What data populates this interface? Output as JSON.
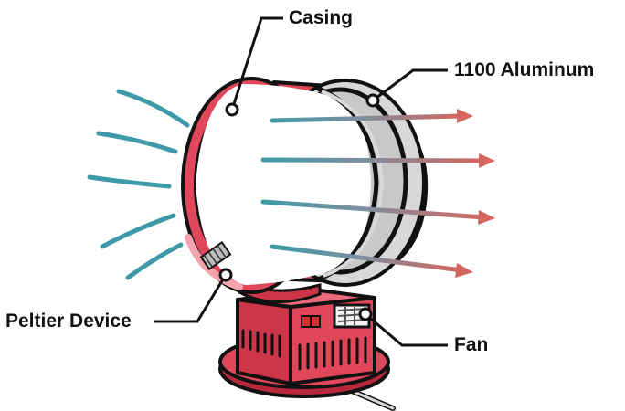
{
  "labels": {
    "casing": "Casing",
    "aluminum": "1100 Aluminum",
    "peltier": "Peltier Device",
    "fan": "Fan"
  },
  "colors": {
    "casing": "#e0475b",
    "casing_dark": "#b8283c",
    "aluminum": "#d8d8d8",
    "cold_air": "#3e9aa8",
    "warm_air": "#d4665e",
    "outline": "#111111"
  },
  "icons": [
    "cold-air-wave-icon",
    "air-flow-arrow-icon",
    "peltier-module-icon",
    "fan-grille-icon",
    "power-cord-icon"
  ]
}
